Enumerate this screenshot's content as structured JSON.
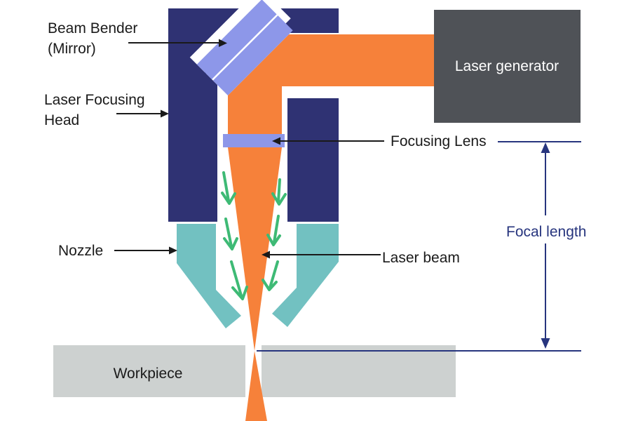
{
  "diagram": {
    "title_context": "Laser cutting head schematic",
    "labels": {
      "beam_bender_line1": "Beam Bender",
      "beam_bender_line2": "(Mirror)",
      "focusing_head_line1": "Laser Focusing",
      "focusing_head_line2": "Head",
      "nozzle": "Nozzle",
      "laser_generator": "Laser generator",
      "focusing_lens": "Focusing Lens",
      "laser_beam": "Laser beam",
      "focal_length": "Focal length",
      "workpiece": "Workpiece"
    },
    "colors": {
      "background": "#ffffff",
      "housing_navy": "#2f3273",
      "beam_orange": "#f6813a",
      "mirror_periwinkle": "#8d97e9",
      "lens_periwinkle": "#8d97e9",
      "nozzle_teal": "#72c1c1",
      "generator_gray": "#4f5257",
      "workpiece_gray": "#cdd1d0",
      "gas_arrow_green": "#3eba75",
      "dimension_navy": "#27357e",
      "pointer_black": "#1a1a1a"
    }
  }
}
